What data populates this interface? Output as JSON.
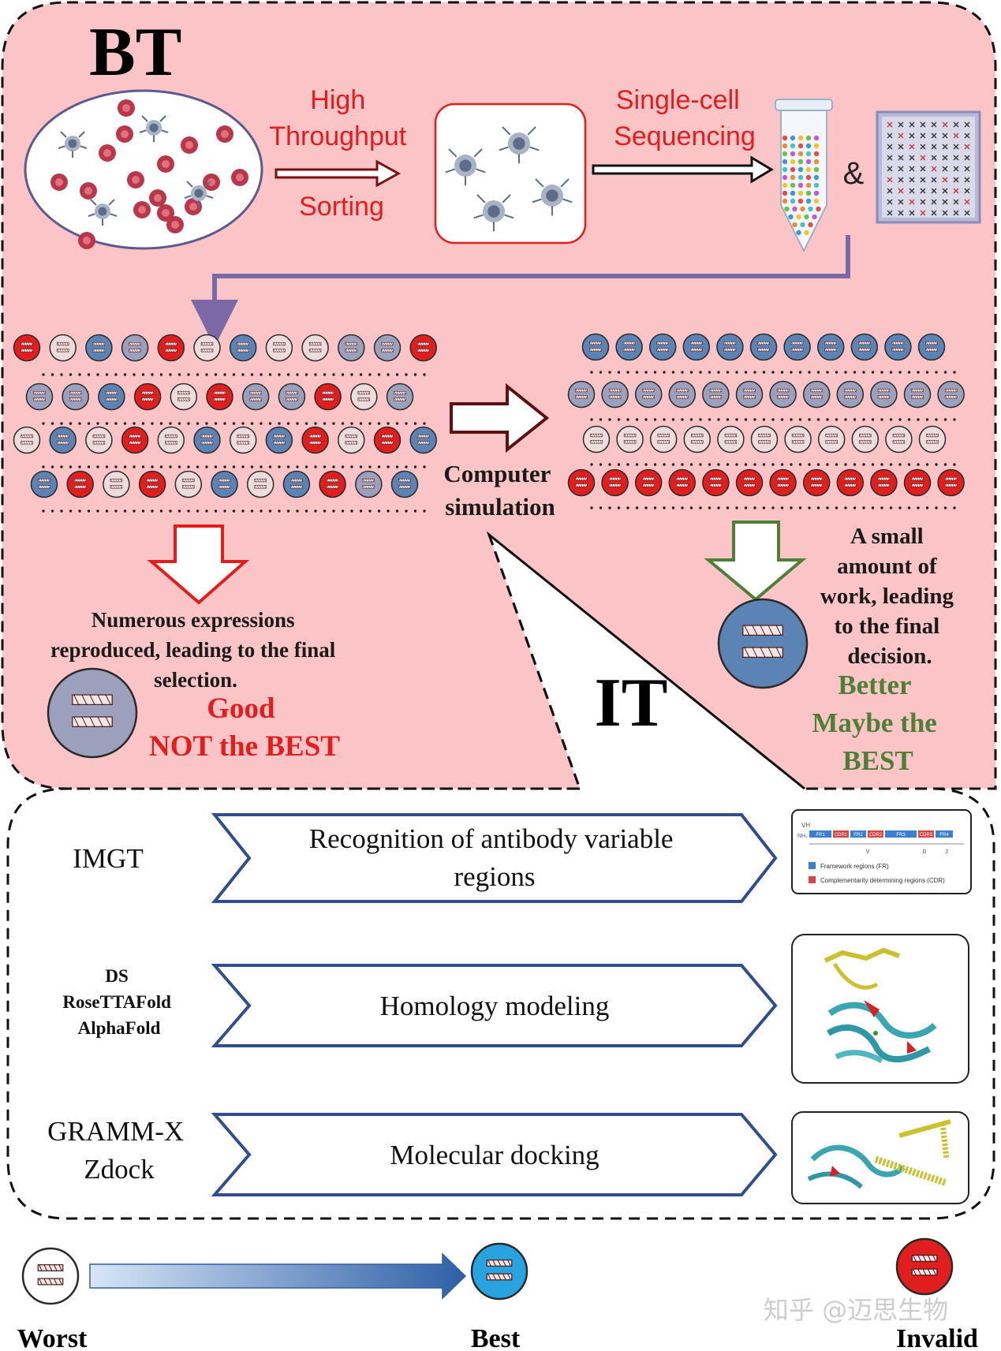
{
  "bt": {
    "title": "BT",
    "sort_label": [
      "High",
      "Throughput",
      "Sorting"
    ],
    "seq_label": [
      "Single-cell",
      "Sequencing"
    ],
    "amp": "&"
  },
  "sim": {
    "label": [
      "Computer",
      "simulation"
    ]
  },
  "left_result": {
    "text": [
      "Numerous expressions",
      "reproduced, leading to the final",
      "selection."
    ],
    "verdict": [
      "Good",
      "NOT the BEST"
    ]
  },
  "right_result": {
    "text": [
      "A small",
      "amount of",
      "work, leading",
      "to the final",
      "decision."
    ],
    "verdict": [
      "Better",
      "Maybe the",
      "BEST"
    ]
  },
  "it": {
    "title": "IT",
    "steps": [
      {
        "tools": [
          "IMGT"
        ],
        "label": [
          "Recognition of antibody variable",
          "regions"
        ]
      },
      {
        "tools": [
          "DS",
          "RoseTTAFold",
          "AlphaFold"
        ],
        "label": [
          "Homology modeling"
        ]
      },
      {
        "tools": [
          "GRAMM-X",
          "Zdock"
        ],
        "label": [
          "Molecular docking"
        ]
      }
    ],
    "imgt_thumb": {
      "chain": "VH",
      "nterm": "NH₂",
      "segments": [
        "FR1",
        "CDR1",
        "FR2",
        "CDR2",
        "FR3",
        "CDR3",
        "FR4"
      ],
      "genes": [
        "V",
        "D",
        "J"
      ],
      "legend": [
        "Framework regions (FR)",
        "Complementarity determining regions (CDR)"
      ]
    }
  },
  "legend": {
    "worst": "Worst",
    "best": "Best",
    "invalid": "Invalid"
  },
  "watermark": "知乎 @迈思生物",
  "colors": {
    "bt_bg": "#fbc5c7",
    "red_cell": "#e01e1e",
    "blue_cell": "#5b84b4",
    "grey_cell": "#9ba0bd",
    "light_cell": "#eddcdc",
    "label_red": "#e41c1c",
    "label_green": "#4e7f35",
    "arrow_purple": "#7b68a6",
    "it_arrow": "#2f4e8f",
    "best_cyan": "#29a3df"
  },
  "rows": {
    "left": [
      [
        "R",
        "L",
        "B",
        "G",
        "R",
        "L",
        "B",
        "L",
        "L",
        "G",
        "G",
        "R"
      ],
      [
        "G",
        "G",
        "B",
        "R",
        "L",
        "R",
        "G",
        "G",
        "R",
        "L",
        "G"
      ],
      [
        "L",
        "B",
        "L",
        "R",
        "L",
        "B",
        "L",
        "B",
        "R",
        "L",
        "R",
        "B"
      ],
      [
        "B",
        "R",
        "L",
        "R",
        "L",
        "B",
        "L",
        "B",
        "R",
        "G",
        "B"
      ]
    ],
    "right": [
      [
        "B",
        "B",
        "B",
        "B",
        "B",
        "B",
        "B",
        "B",
        "B",
        "B",
        "B"
      ],
      [
        "G",
        "G",
        "G",
        "G",
        "G",
        "G",
        "G",
        "G",
        "G",
        "G",
        "G",
        "G"
      ],
      [
        "L",
        "L",
        "L",
        "L",
        "L",
        "L",
        "L",
        "L",
        "L",
        "L",
        "L"
      ],
      [
        "R",
        "R",
        "R",
        "R",
        "R",
        "R",
        "R",
        "R",
        "R",
        "R",
        "R",
        "R"
      ]
    ]
  }
}
